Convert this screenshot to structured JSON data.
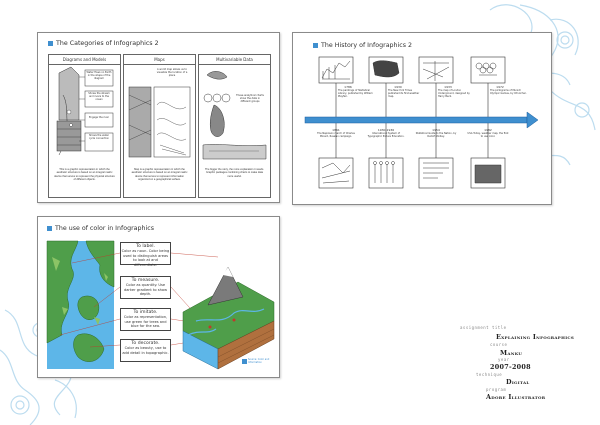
{
  "panels": {
    "categories": {
      "title": "The Categories of Infographics 2",
      "columns": [
        {
          "heading": "Diagrams and Models",
          "callouts": [
            "Water flows on Earth in the shape of the diagram",
            "Shows the stream and rivers to the ocean",
            "Engage the river",
            "Shows the water cycle connection"
          ],
          "caption": "This is a graphic representation in which the aesthetic structure is based on an integral matrix device that serves to represent the physical structure of different objects."
        },
        {
          "heading": "Maps",
          "callouts": [
            "A world map allows us to visualize the location of a place"
          ],
          "caption": "Map is a graphic representation in which the aesthetic structure is based on an integral matrix device that serves to represent information organized on a geographical surface."
        },
        {
          "heading": "Multivariable Data",
          "callouts": [
            "These analytical charts show the data in different groups"
          ],
          "caption": "The bigger the story, the more explanation it needs. Graphic packages combining charts to make data more useful."
        }
      ]
    },
    "history": {
      "title": "The History of Infographics 2",
      "top_events": [
        {
          "year": "1786",
          "text": "The paintings of Statistical Library, published by William Playfair."
        },
        {
          "year": "1930",
          "text": "The New York Times published its first weather map."
        },
        {
          "year": "1933",
          "text": "The map of London Underground, designed by Harry Beck."
        },
        {
          "year": "1972",
          "text": "The pictograms of Munich Olympic Games, by Otl Aicher."
        }
      ],
      "bottom_events": [
        {
          "year": "1861",
          "text": "The Napoleon march of Charles Minard, Russian campaign."
        },
        {
          "year": "1930-1936",
          "text": "International System of Typographic Picture Education."
        },
        {
          "year": "1954",
          "text": "Statistical Guide to the Nation, by Rudolf Modley."
        },
        {
          "year": "1982",
          "text": "USA Today, weather map, the first to use color."
        }
      ]
    },
    "color": {
      "title": "The use of color in Infographics",
      "boxes": [
        {
          "heading": "To label.",
          "text": "Color as noun. Color being used to distinguish areas to look at and differentiate."
        },
        {
          "heading": "To measure.",
          "text": "Color as quantity. Use darker gradient to show depth."
        },
        {
          "heading": "To imitate.",
          "text": "Color as representation, use green for trees and blue for the sea."
        },
        {
          "heading": "To decorate.",
          "text": "Color as beauty, use to add detail in topographic."
        }
      ],
      "footnote": "Source: Color and Information"
    }
  },
  "assignment": {
    "title_label": "assignment title",
    "title": "Explaining Infographics",
    "course_label": "course",
    "course": "Manku",
    "year_label": "year",
    "year": "2007-2008",
    "technique_label": "technique",
    "technique": "Digital",
    "program_label": "program",
    "program": "Adobe Illustrator"
  },
  "colors": {
    "accent": "#3f8fcf",
    "decoration": "#bcdcef",
    "timeline": "#3f8fcf",
    "land": "#4f9e4a",
    "water": "#5db6e8"
  }
}
